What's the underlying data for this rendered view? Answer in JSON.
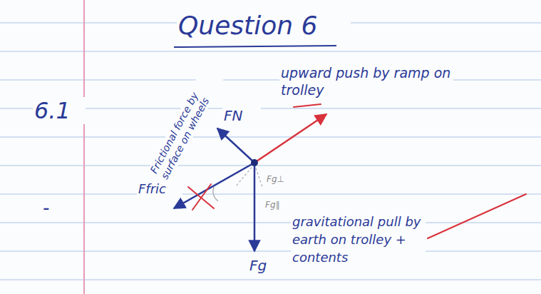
{
  "diagram": {
    "title": "Question 6",
    "labels": [
      "6.1",
      "-",
      "FN",
      "upward push by ramp on trolley",
      "Frictional force by surface on wheels",
      "Ffric",
      "Fg",
      "gravitational pull by earth on trolley + contents",
      "Fg⊥",
      "Fg∥"
    ]
  }
}
